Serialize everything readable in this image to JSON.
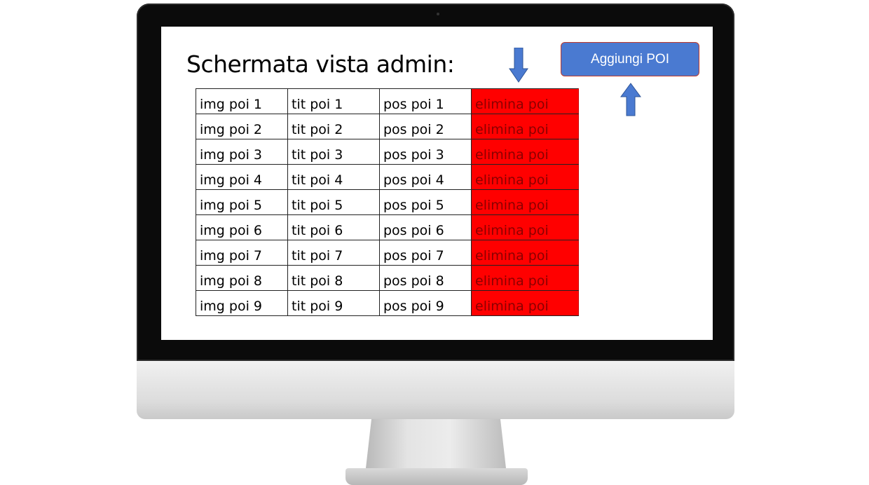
{
  "screen": {
    "title": "Schermata vista admin:",
    "add_button_label": "Aggiungi POI",
    "arrow_down_icon": "arrow-down-icon",
    "arrow_up_icon": "arrow-up-icon"
  },
  "colors": {
    "delete_cell": "#ff0000",
    "button": "#4a7ad1",
    "arrow": "#4a7ad1"
  },
  "rows": [
    {
      "img": "img poi 1",
      "tit": "tit poi 1",
      "pos": "pos poi 1",
      "action": "elimina poi"
    },
    {
      "img": "img poi 2",
      "tit": "tit poi 2",
      "pos": "pos poi 2",
      "action": "elimina poi"
    },
    {
      "img": "img poi 3",
      "tit": "tit poi 3",
      "pos": "pos poi 3",
      "action": "elimina poi"
    },
    {
      "img": "img poi 4",
      "tit": "tit poi 4",
      "pos": "pos poi 4",
      "action": "elimina poi"
    },
    {
      "img": "img poi 5",
      "tit": "tit poi 5",
      "pos": "pos poi 5",
      "action": "elimina poi"
    },
    {
      "img": "img poi 6",
      "tit": "tit poi 6",
      "pos": "pos poi 6",
      "action": "elimina poi"
    },
    {
      "img": "img poi 7",
      "tit": "tit poi 7",
      "pos": "pos poi 7",
      "action": "elimina poi"
    },
    {
      "img": "img poi 8",
      "tit": "tit poi 8",
      "pos": "pos poi 8",
      "action": "elimina poi"
    },
    {
      "img": "img poi 9",
      "tit": "tit poi 9",
      "pos": "pos poi 9",
      "action": "elimina poi"
    }
  ]
}
